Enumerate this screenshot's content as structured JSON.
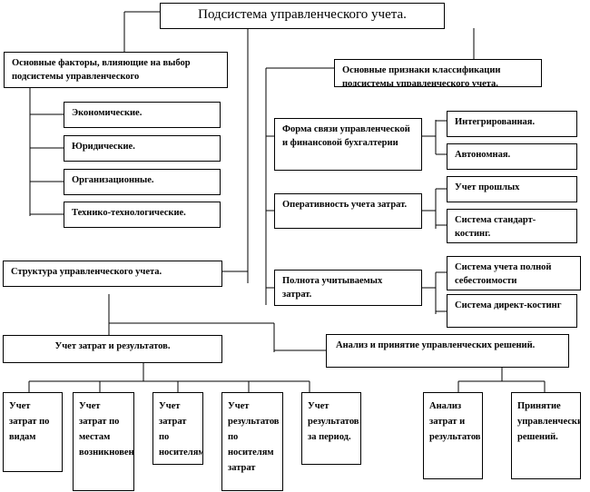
{
  "title": "Подсистема управленческого  учета.",
  "factors": {
    "header": "Основные факторы, влияющие на выбор подсистемы управленческого",
    "items": [
      "Экономические.",
      "Юридические.",
      "Организационные.",
      "Технико-технологические."
    ]
  },
  "classification": {
    "header": "Основные признаки классификации подсистемы управленческого учета.",
    "groups": [
      {
        "label": "Форма связи управленческой и финансовой бухгалтерии",
        "options": [
          "Интегрированная.",
          "Автономная."
        ]
      },
      {
        "label": "Оперативность  учета затрат.",
        "options": [
          "Учет прошлых",
          "Система стандарт-костинг."
        ]
      },
      {
        "label": "Полнота учитываемых затрат.",
        "options": [
          "Система учета полной себестоимости",
          "Система директ-костинг"
        ]
      }
    ]
  },
  "structure": {
    "header": "Структура управленческого учета.",
    "accounting": {
      "label": "Учет затрат и результатов.",
      "items": [
        "Учет затрат по видам",
        "Учет затрат по местам возникновения",
        "Учет затрат по носителям",
        "Учет результатов по носителям затрат",
        "Учет результатов за период."
      ]
    },
    "analysis": {
      "label": "Анализ и принятие управленческих решений.",
      "items": [
        "Анализ затрат и результатов",
        "Принятие управленческих решений."
      ]
    }
  }
}
